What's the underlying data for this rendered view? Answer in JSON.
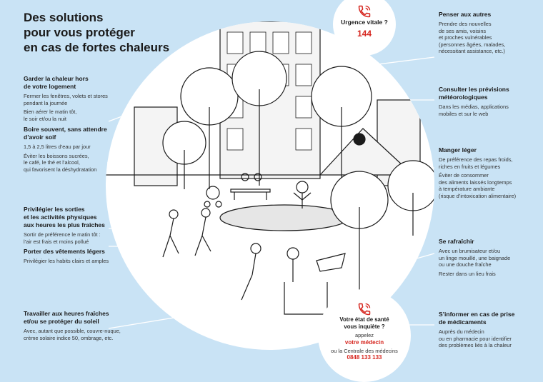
{
  "title": [
    "Des solutions",
    "pour vous protéger",
    "en cas de fortes chaleurs"
  ],
  "emergency": {
    "label": "Urgence vitale ?",
    "number": "144",
    "icon": "phone-icon",
    "color": "#d6261f"
  },
  "doctor": {
    "label": [
      "Votre état de santé",
      "vous inquiète ?"
    ],
    "call": "appelez",
    "doctor": "votre médecin",
    "alt": "ou la Centrale des médecins",
    "number": "0848 133 133",
    "icon": "phone-icon"
  },
  "left": [
    {
      "title": [
        "Garder la chaleur hors",
        "de votre logement"
      ],
      "lines": [
        [
          "Fermer les fenêtres, volets et stores",
          "pendant la journée"
        ],
        [
          "Bien aérer le matin tôt,",
          "le soir et/ou la nuit"
        ]
      ]
    },
    {
      "title": [
        "Boire souvent, sans attendre",
        "d’avoir soif"
      ],
      "lines": [
        [
          "1,5 à 2,5 litres d’eau par jour"
        ],
        [
          "Éviter les boissons sucrées,",
          "le café, le thé et l’alcool,",
          "qui favorisent la déshydratation"
        ]
      ]
    },
    {
      "title": [
        "Privilégier les sorties",
        "et les activités physiques",
        "aux heures les plus fraîches"
      ],
      "lines": [
        [
          "Sortir de préférence le matin tôt :",
          "l’air est frais et moins pollué"
        ]
      ]
    },
    {
      "title": [
        "Porter des vêtements légers"
      ],
      "lines": [
        [
          "Privilégier les habits clairs et amples"
        ]
      ]
    },
    {
      "title": [
        "Travailler aux heures fraîches",
        "et/ou se protéger du soleil"
      ],
      "lines": [
        [
          "Avec, autant que possible, couvre-nuque,",
          "crème solaire indice 50, ombrage, etc."
        ]
      ]
    }
  ],
  "right": [
    {
      "title": [
        "Penser aux autres"
      ],
      "lines": [
        [
          "Prendre des nouvelles",
          "de ses amis, voisins",
          "et proches vulnérables",
          "(personnes âgées, malades,",
          "nécessitant assistance, etc.)"
        ]
      ]
    },
    {
      "title": [
        "Consulter les prévisions",
        "météorologiques"
      ],
      "lines": [
        [
          "Dans les médias, applications",
          "mobiles et sur le web"
        ]
      ]
    },
    {
      "title": [
        "Manger léger"
      ],
      "lines": [
        [
          "De préférence des repas froids,",
          "riches en fruits et légumes"
        ],
        [
          "Éviter de consommer",
          "des aliments laissés longtemps",
          "à température ambiante",
          "(risque d’intoxication alimentaire)"
        ]
      ]
    },
    {
      "title": [
        "Se rafraîchir"
      ],
      "lines": [
        [
          "Avec un brumisateur et/ou",
          "un linge mouillé, une baignade",
          "ou une douche fraîche"
        ],
        [
          "Rester dans un lieu frais"
        ]
      ]
    },
    {
      "title": [
        "S’informer en cas de prise",
        "de médicaments"
      ],
      "lines": [
        [
          "Auprès du médecin",
          "ou en pharmacie pour identifier",
          "des problèmes liés à la chaleur"
        ]
      ]
    }
  ],
  "colors": {
    "background": "#c9e3f5",
    "accent": "#d6261f",
    "ink": "#1a1a1a"
  }
}
